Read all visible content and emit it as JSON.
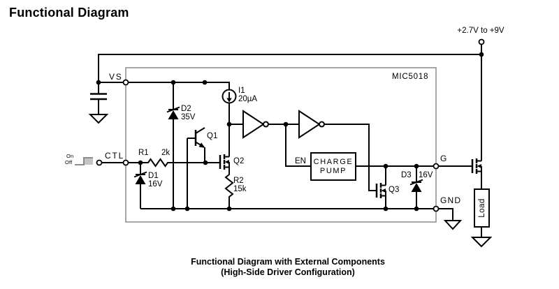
{
  "title": "Functional Diagram",
  "supply_label": "+2.7V to +9V",
  "chip": {
    "name": "MIC5018"
  },
  "pins": {
    "vs": "VS",
    "ctl": "CTL",
    "g": "G",
    "gnd": "GND"
  },
  "input_signal": {
    "on": "On",
    "off": "Off"
  },
  "components": {
    "r1": {
      "ref": "R1",
      "value": "2k"
    },
    "r2": {
      "ref": "R2",
      "value": "15k"
    },
    "d1": {
      "ref": "D1",
      "value": "16V"
    },
    "d2": {
      "ref": "D2",
      "value": "35V"
    },
    "d3": {
      "ref": "D3",
      "value": "16V"
    },
    "q1": {
      "ref": "Q1"
    },
    "q2": {
      "ref": "Q2"
    },
    "q3": {
      "ref": "Q3"
    },
    "i1": {
      "ref": "I1",
      "value": "20µA"
    },
    "charge_pump": {
      "enable": "EN",
      "name_line1": "CHARGE",
      "name_line2": "PUMP"
    },
    "load": {
      "ref": "Load"
    }
  },
  "caption": {
    "line1": "Functional Diagram with External Components",
    "line2": "(High-Side Driver Configuration)"
  }
}
